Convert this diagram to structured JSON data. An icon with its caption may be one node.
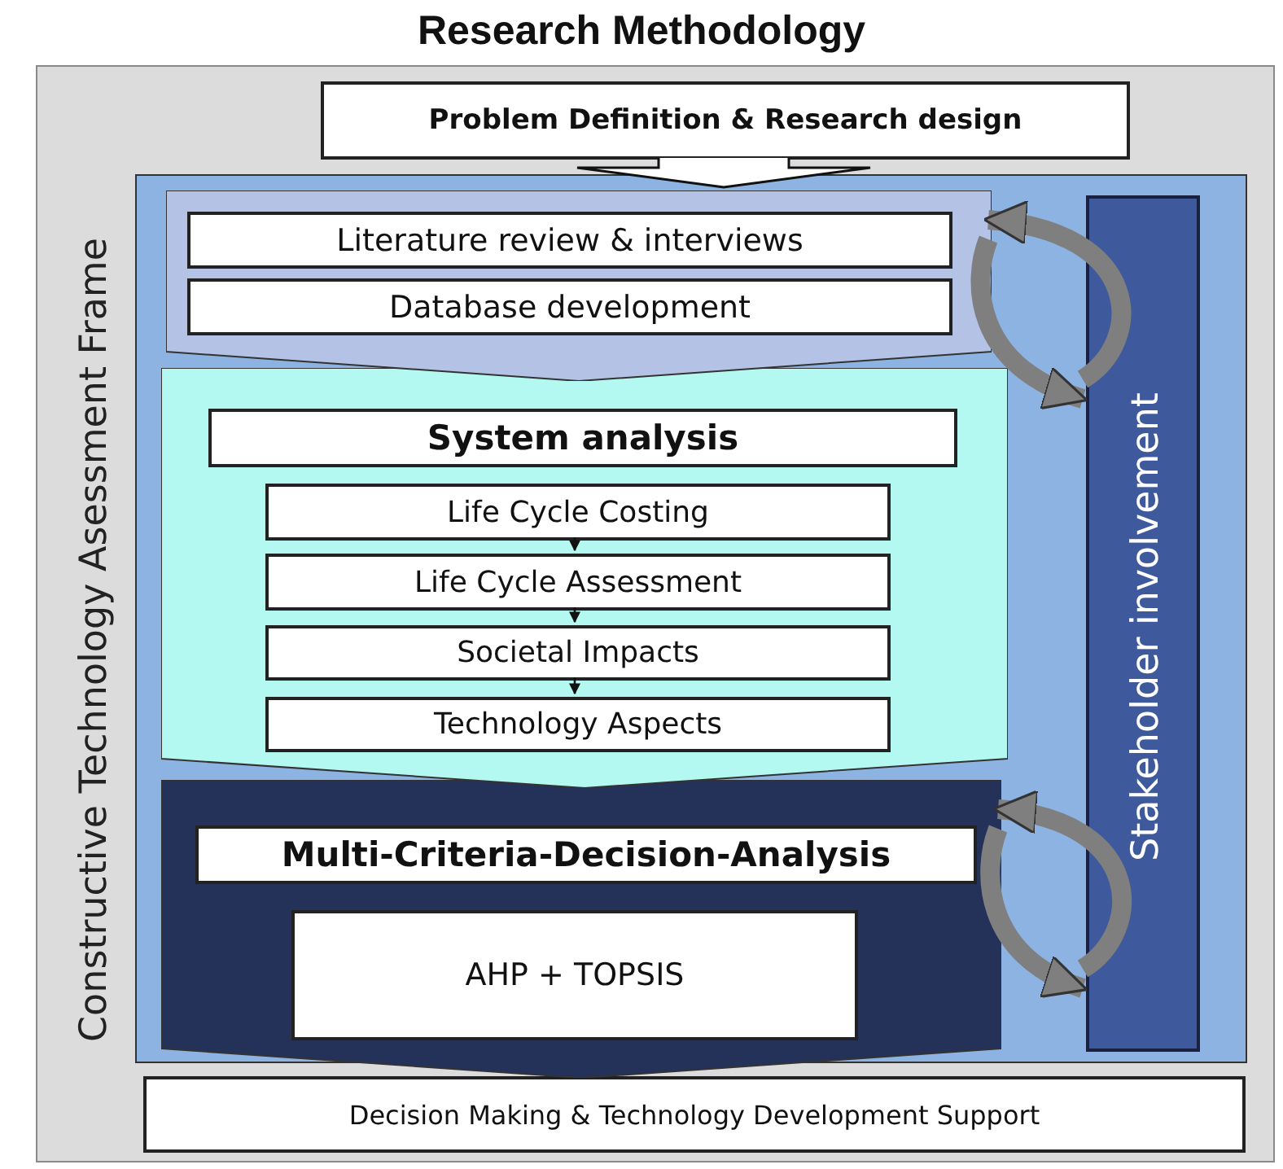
{
  "diagram": {
    "title": "Research Methodology",
    "nodes": [
      {
        "text": [
          "Constructive Technology Asessment Frame"
        ]
      },
      {
        "text": [
          "Problem Definition & Research design"
        ],
        "in": 0
      },
      {
        "text": [],
        "shape": "box",
        "in": 0
      },
      {
        "text": [],
        "shape": "chevron",
        "in": 2
      },
      {
        "text": [
          "Literature review & interviews"
        ],
        "in": 3
      },
      {
        "text": [
          "Database development"
        ],
        "in": 3
      },
      {
        "text": [],
        "shape": "chevron",
        "in": 2
      },
      {
        "text": [
          "System analysis"
        ],
        "in": 6
      },
      {
        "text": [
          "Life Cycle Costing"
        ],
        "in": 6
      },
      {
        "text": [
          "Life Cycle Assessment"
        ],
        "in": 6
      },
      {
        "text": [
          "Societal Impacts"
        ],
        "in": 6
      },
      {
        "text": [
          "Technology Aspects"
        ],
        "in": 6
      },
      {
        "text": [],
        "shape": "chevron",
        "in": 2
      },
      {
        "text": [
          "Multi-Criteria-Decision-Analysis"
        ],
        "in": 12
      },
      {
        "text": [
          "AHP + TOPSIS"
        ],
        "in": 12
      },
      {
        "text": [
          "Stakeholder involvement"
        ],
        "in": 2
      },
      {
        "text": [
          "Decision Making & Technology Development Support"
        ],
        "in": 0
      }
    ],
    "edges": [
      {
        "from": 1,
        "to": 3,
        "arrow": "to",
        "style": "thick",
        "color": "#111111"
      },
      {
        "from": 8,
        "to": 9,
        "arrow": "to",
        "color": "#111111"
      },
      {
        "from": 9,
        "to": 10,
        "arrow": "to",
        "color": "#111111"
      },
      {
        "from": 10,
        "to": 11,
        "arrow": "to",
        "color": "#111111"
      },
      {
        "from": 3,
        "to": 15,
        "arrow": "to"
      },
      {
        "from": 15,
        "to": 3,
        "arrow": "to"
      },
      {
        "from": 12,
        "to": 15,
        "arrow": "to"
      },
      {
        "from": 15,
        "to": 12,
        "arrow": "to"
      }
    ]
  }
}
